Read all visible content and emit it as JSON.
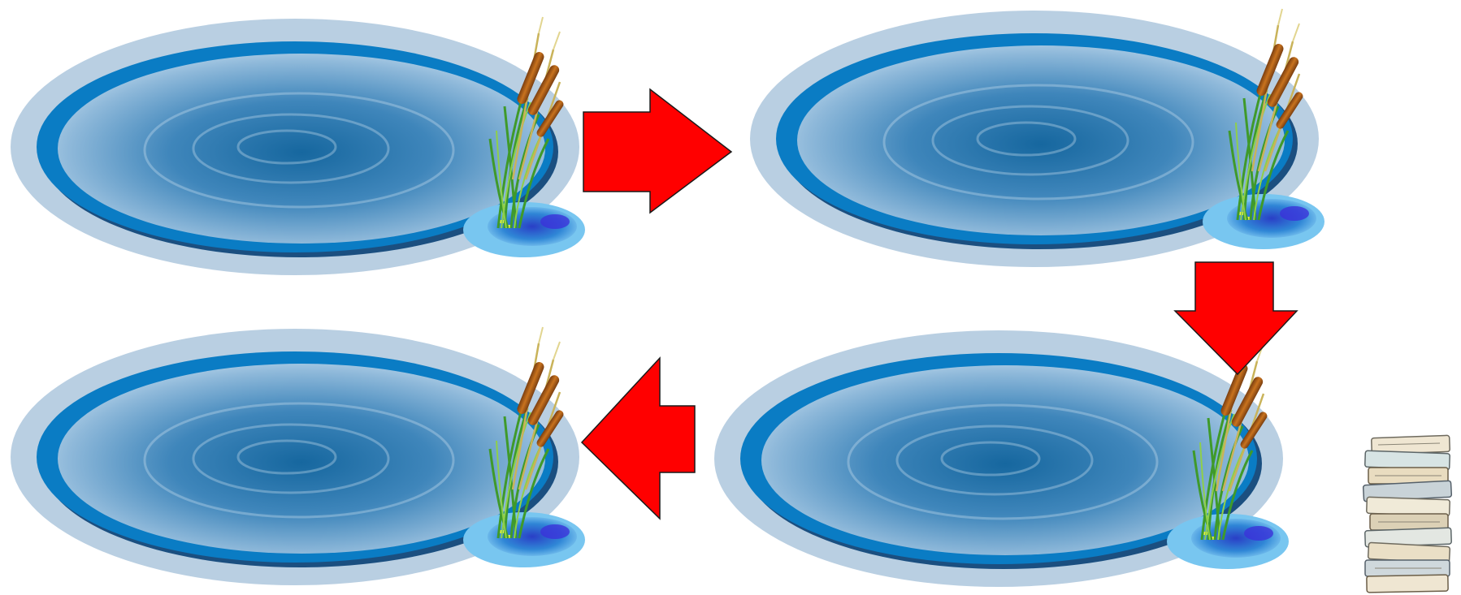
{
  "colors": {
    "background": "#ffffff",
    "pond_outer": "#b9cfe2",
    "pond_ring": "#0a7cc4",
    "pond_ring_shadow": "#1b4f80",
    "water_light": "#c3dcef",
    "water_dark": "#16679f",
    "arrow_fill": "#ff0000",
    "arrow_stroke": "#1a1a1a"
  },
  "ponds": [
    {
      "name": "pond-top-left",
      "icon": "pond-with-cattails-icon"
    },
    {
      "name": "pond-top-right",
      "icon": "pond-with-cattails-icon"
    },
    {
      "name": "pond-bottom-right",
      "icon": "pond-with-cattails-icon"
    },
    {
      "name": "pond-bottom-left",
      "icon": "pond-with-cattails-icon"
    }
  ],
  "arrows": [
    {
      "name": "arrow-right",
      "direction": "right",
      "from": "pond-top-left",
      "to": "pond-top-right"
    },
    {
      "name": "arrow-down",
      "direction": "down",
      "from": "pond-top-right",
      "to": "pond-bottom-right"
    },
    {
      "name": "arrow-left",
      "direction": "left",
      "from": "pond-bottom-right",
      "to": "pond-bottom-left"
    }
  ],
  "decorations": [
    {
      "name": "book-stack-icon"
    }
  ]
}
